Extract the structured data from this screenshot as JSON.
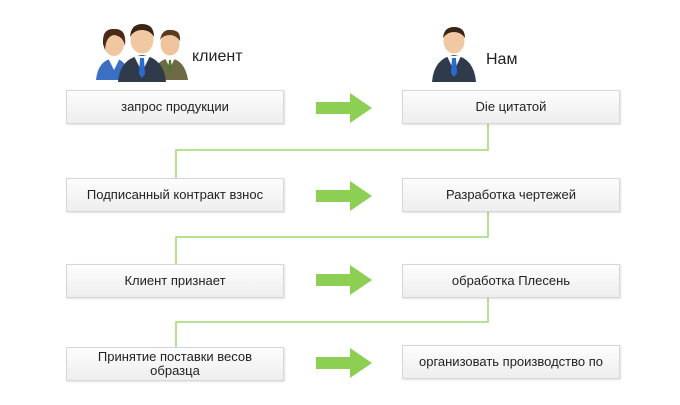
{
  "header": {
    "client_label": "клиент",
    "us_label": "Нам",
    "client_icon": "group-of-people-icon",
    "us_icon": "single-person-icon"
  },
  "colors": {
    "accent_green": "#8ccf52",
    "line_green": "#9fd86a",
    "box_border": "#d6d6d6"
  },
  "steps": [
    {
      "client": "запрос продукции",
      "us": "Die цитатой"
    },
    {
      "client": "Подписанный контракт взнос",
      "us": "Разработка чертежей"
    },
    {
      "client": "Клиент признает",
      "us": "обработка Плесень"
    },
    {
      "client": "Принятие поставки весов образца",
      "us": "организовать производство по"
    }
  ]
}
